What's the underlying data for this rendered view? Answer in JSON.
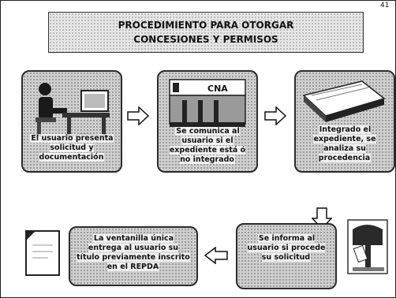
{
  "page_number": "41",
  "title": {
    "line1": "PROCEDIMIENTO PARA OTORGAR",
    "line2": "CONCESIONES Y PERMISOS"
  },
  "steps": [
    {
      "text": "El usuario presenta solicitud y documentación",
      "icon": "person-at-desk-icon"
    },
    {
      "text": "Se comunica al usuario si el expediente está ó no integrado",
      "icon": "office-counter-icon",
      "sign": "CNA"
    },
    {
      "text": "Integrado el expediente, se analiza su procedencia",
      "icon": "file-folder-icon"
    },
    {
      "text": "Se informa al usuario si procede su solicitud",
      "icon": "mailbox-icon"
    },
    {
      "text": "La ventanilla única entrega al usuario su título previamente inscrito en el REPDA",
      "icon": "document-icon"
    }
  ]
}
